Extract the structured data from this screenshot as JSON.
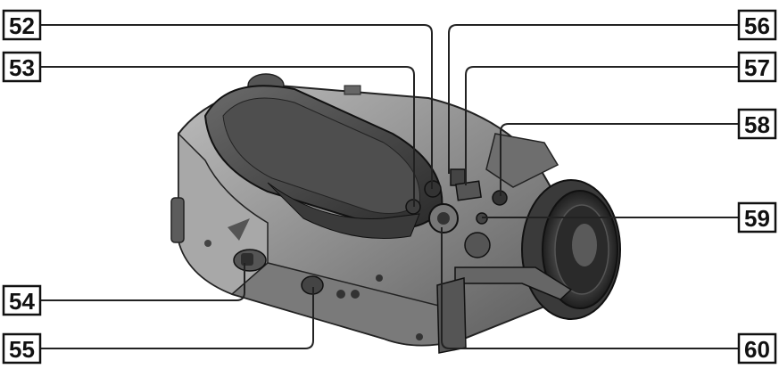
{
  "callouts": {
    "c52": "52",
    "c53": "53",
    "c54": "54",
    "c55": "55",
    "c56": "56",
    "c57": "57",
    "c58": "58",
    "c59": "59",
    "c60": "60"
  }
}
